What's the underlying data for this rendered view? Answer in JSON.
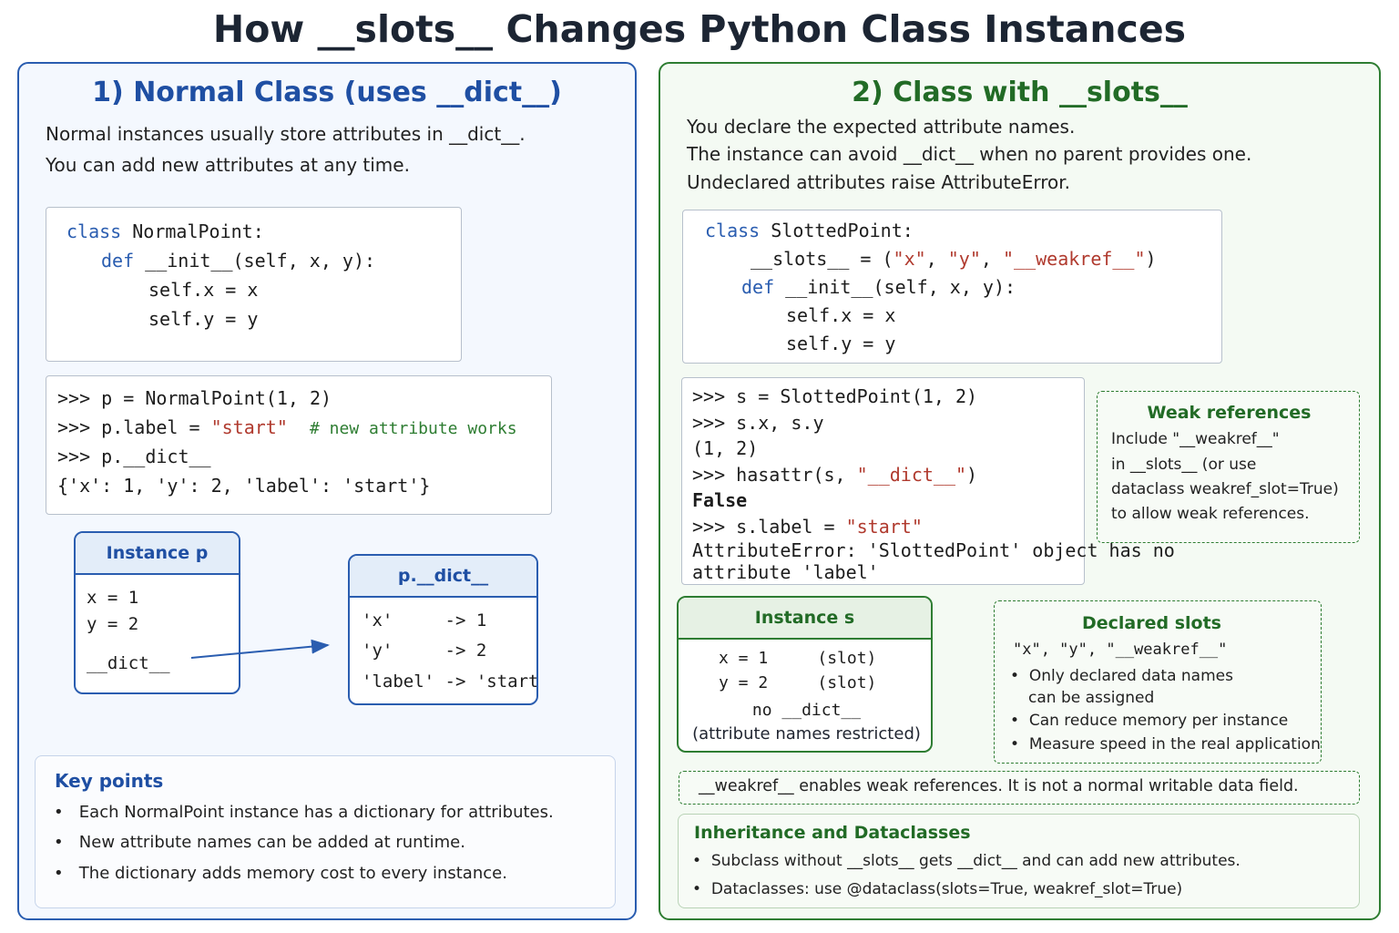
{
  "title": "How __slots__ Changes Python Class Instances",
  "left": {
    "heading": "1) Normal Class (uses __dict__)",
    "intro": [
      "Normal instances usually store attributes in __dict__.",
      "You can add new attributes at any time."
    ],
    "class_code": {
      "kw_class": "class",
      "class_rest": " NormalPoint:",
      "kw_def": "def",
      "def_rest": " __init__(self, x, y):",
      "line3": "self.x = x",
      "line4": "self.y = y"
    },
    "repl": {
      "l1": ">>> p = NormalPoint(1, 2)",
      "l2_prefix": ">>> p.label = ",
      "l2_str": "\"start\"",
      "l2_comment": "# new attribute works",
      "l3": ">>> p.__dict__",
      "l4": "{'x': 1, 'y': 2, 'label': 'start'}"
    },
    "instance_box": {
      "header": "Instance p",
      "x": "x = 1",
      "y": "y = 2",
      "dict": "__dict__"
    },
    "dict_box": {
      "header": "p.__dict__",
      "r1": "'x'     -> 1",
      "r2": "'y'     -> 2",
      "r3": "'label' -> 'start'"
    },
    "key_points": {
      "title": "Key points",
      "items": [
        "Each NormalPoint instance has a dictionary for attributes.",
        "New attribute names can be added at runtime.",
        "The dictionary adds memory cost to every instance."
      ]
    }
  },
  "right": {
    "heading": "2) Class with __slots__",
    "intro": [
      "You declare the expected attribute names.",
      "The instance can avoid __dict__ when no parent provides one.",
      "Undeclared attributes raise AttributeError."
    ],
    "class_code": {
      "kw_class": "class",
      "class_rest": " SlottedPoint:",
      "slots_prefix": "__slots__ = (",
      "s1": "\"x\"",
      "s2": "\"y\"",
      "s3": "\"__weakref__\"",
      "sep": ", ",
      "slots_end": ")",
      "kw_def": "def",
      "def_rest": " __init__(self, x, y):",
      "line4": "self.x = x",
      "line5": "self.y = y"
    },
    "repl": {
      "l1": ">>> s = SlottedPoint(1, 2)",
      "l2": ">>> s.x, s.y",
      "l3": "(1, 2)",
      "l4_prefix": ">>> hasattr(s, ",
      "l4_str": "\"__dict__\"",
      "l4_end": ")",
      "l5": "False",
      "l6_prefix": ">>> s.label = ",
      "l6_str": "\"start\"",
      "err1": "AttributeError: 'SlottedPoint' object has no",
      "err2": "attribute 'label'"
    },
    "weakref_box": {
      "title": "Weak references",
      "lines": [
        "Include \"__weakref__\"",
        "in __slots__ (or use",
        "dataclass weakref_slot=True)",
        "to allow weak references."
      ]
    },
    "instance_box": {
      "header": "Instance s",
      "x": "x = 1     (slot)",
      "y": "y = 2     (slot)",
      "nodict": "no __dict__",
      "note": "(attribute names restricted)"
    },
    "declared_box": {
      "title": "Declared slots",
      "slots": "\"x\", \"y\", \"__weakref__\"",
      "items": [
        "Only declared data names",
        "can be assigned",
        "Can reduce memory per instance",
        "Measure speed in the real application"
      ]
    },
    "weakref_note": "__weakref__ enables weak references.  It is not a normal writable data field.",
    "inheritance": {
      "title": "Inheritance and Dataclasses",
      "items": [
        "Subclass without __slots__ gets __dict__ and can add new attributes.",
        "Dataclasses: use @dataclass(slots=True, weakref_slot=True)"
      ]
    }
  },
  "colors": {
    "blue": "#2a5db0",
    "green": "#2e7d32",
    "string_red": "#b03a2e"
  }
}
